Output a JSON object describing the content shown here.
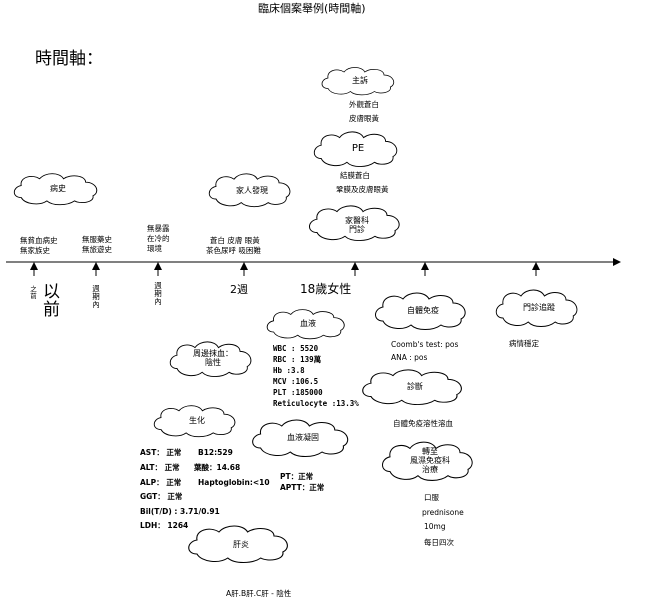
{
  "page": {
    "title": "臨床個案舉例(時間軸)",
    "heading": "時間軸："
  },
  "clouds": {
    "history": "病史",
    "family_found": "家人發現",
    "chief_complaint": "主訴",
    "pe": "PE",
    "family_medicine": "家醫科\n門診",
    "blood_routine": "血液",
    "peripheral_smear": "周邊抹血：\n陰性",
    "biochem": "生化",
    "coagulation": "血液凝固",
    "hepatitis": "肝炎",
    "autoimmune": "自體免疫",
    "diagnosis": "診斷",
    "transfer": "轉至\n風濕免疫科\n治療",
    "outpatient_followup": "門診追蹤"
  },
  "history_text": [
    "無貧血病史",
    "無家族史"
  ],
  "no_drug_text": [
    "無服藥史",
    "無旅遊史"
  ],
  "cold_text": [
    "無暴露",
    "在冷的",
    "環境"
  ],
  "family_text": [
    "蒼白 皮膚 眼黃",
    "茶色尿呼 吸困難"
  ],
  "complaint_items": [
    "外觀蒼白",
    "皮膚眼黃"
  ],
  "pe_items": [
    "結膜蒼白",
    "鞏膜及皮膚眼黃"
  ],
  "timeline": {
    "before": "以",
    "before2": "前",
    "before_small": "之前",
    "one_month": "週期內",
    "three_months": "週期內",
    "two_weeks": "2週",
    "patient": "18歲女性"
  },
  "blood_values": [
    "WBC : 5520",
    "RBC : 139萬",
    "Hb :3.8",
    "MCV :106.5",
    "PLT :185000",
    "Reticulocyte :13.3%"
  ],
  "biochem_values": {
    "ast": "AST： 正常",
    "b12": "B12:529",
    "alt": "ALT： 正常",
    "folate": "葉酸：14.68",
    "alp": "ALP： 正常",
    "hapto": "Haptoglobin:<10",
    "ggt": "GGT： 正常",
    "bil": "Bil(T/D) : 3.71/0.91",
    "ldh": "LDH： 1264"
  },
  "coag_values": [
    "PT：正常",
    "APTT：正常"
  ],
  "hepatitis_text": "A肝.B肝.C肝 - 陰性",
  "autoimmune_values": [
    "Coomb's test: pos",
    "ANA : pos"
  ],
  "diagnosis_text": "自體免疫溶性溶血",
  "treatment": [
    "口服",
    "prednisone",
    "10mg",
    "每日四次"
  ],
  "followup_text": "病情穩定"
}
